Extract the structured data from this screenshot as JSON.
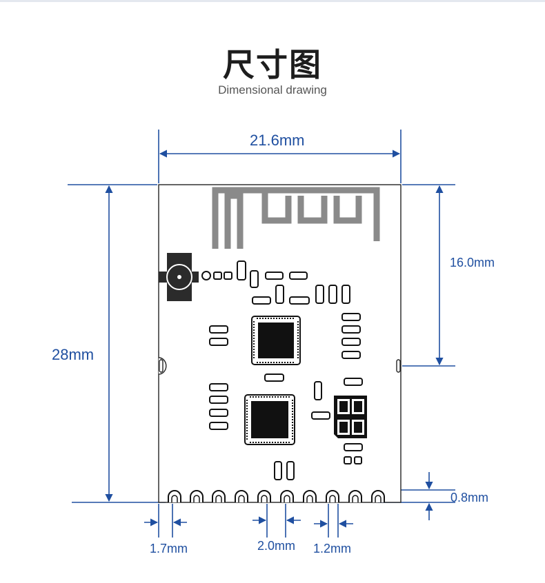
{
  "header": {
    "title": "尺寸图",
    "subtitle": "Dimensional drawing"
  },
  "dimensions": {
    "width": "21.6mm",
    "height": "28mm",
    "antenna_section": "16.0mm",
    "pad_depth": "0.8mm",
    "edge_offset": "1.7mm",
    "pad_pitch": "2.0mm",
    "pad_width": "1.2mm"
  },
  "colors": {
    "dimension_lines": "#1f4fa0",
    "module_outline": "#222222",
    "component": "#111111",
    "antenna_trace": "#8a8a8a"
  },
  "icons": {
    "ufl_connector": "ipex-connector-icon",
    "antenna": "pcb-antenna-icon"
  }
}
